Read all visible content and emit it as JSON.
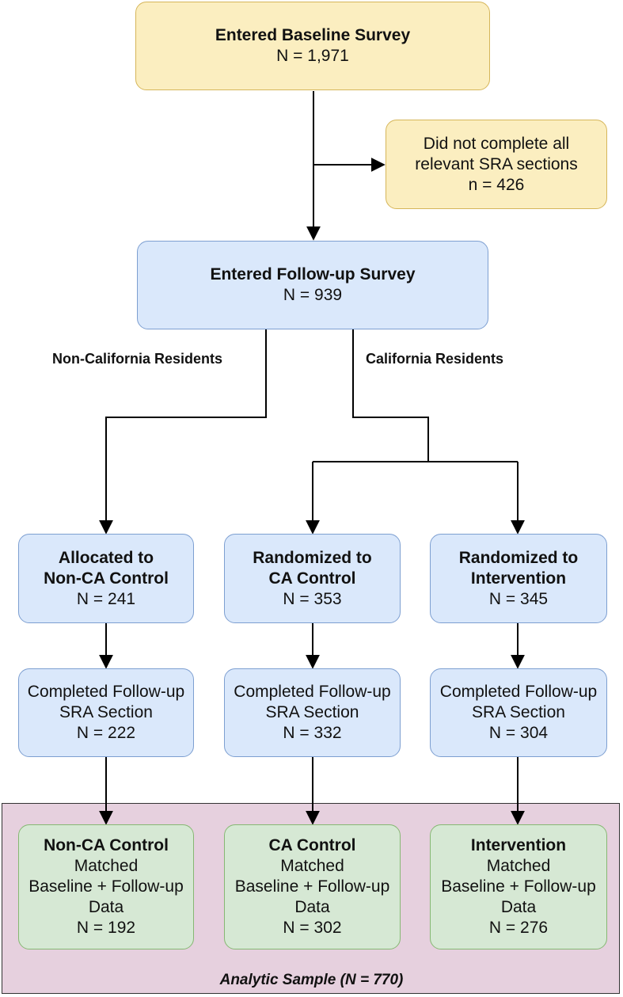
{
  "baseline": {
    "title": "Entered Baseline Survey",
    "n": "N = 1,971"
  },
  "excluded": {
    "line1": "Did not complete all",
    "line2": "relevant SRA sections",
    "n": "n = 426"
  },
  "followup": {
    "title": "Entered Follow-up Survey",
    "n": "N = 939"
  },
  "branch_labels": {
    "non_ca": "Non-California Residents",
    "ca": "California Residents"
  },
  "allocation": [
    {
      "line1": "Allocated to",
      "line2": "Non-CA Control",
      "n": "N = 241"
    },
    {
      "line1": "Randomized to",
      "line2": "CA Control",
      "n": "N = 353"
    },
    {
      "line1": "Randomized to",
      "line2": "Intervention",
      "n": "N = 345"
    }
  ],
  "completed": [
    {
      "line1": "Completed Follow-up",
      "line2": "SRA Section",
      "n": "N = 222"
    },
    {
      "line1": "Completed Follow-up",
      "line2": "SRA Section",
      "n": "N = 332"
    },
    {
      "line1": "Completed Follow-up",
      "line2": "SRA Section",
      "n": "N = 304"
    }
  ],
  "matched": [
    {
      "title": "Non-CA Control",
      "line1": "Matched",
      "line2": "Baseline + Follow-up",
      "line3": "Data",
      "n": "N = 192"
    },
    {
      "title": "CA Control",
      "line1": "Matched",
      "line2": "Baseline + Follow-up",
      "line3": "Data",
      "n": "N = 302"
    },
    {
      "title": "Intervention",
      "line1": "Matched",
      "line2": "Baseline + Follow-up",
      "line3": "Data",
      "n": "N = 276"
    }
  ],
  "analytic_sample": "Analytic Sample (N = 770)",
  "colors": {
    "yellow_fill": "#fbeec0",
    "blue_fill": "#dae8fb",
    "green_fill": "#d6e8d4",
    "analytic_fill": "#e6d0de",
    "connector": "#000000"
  }
}
